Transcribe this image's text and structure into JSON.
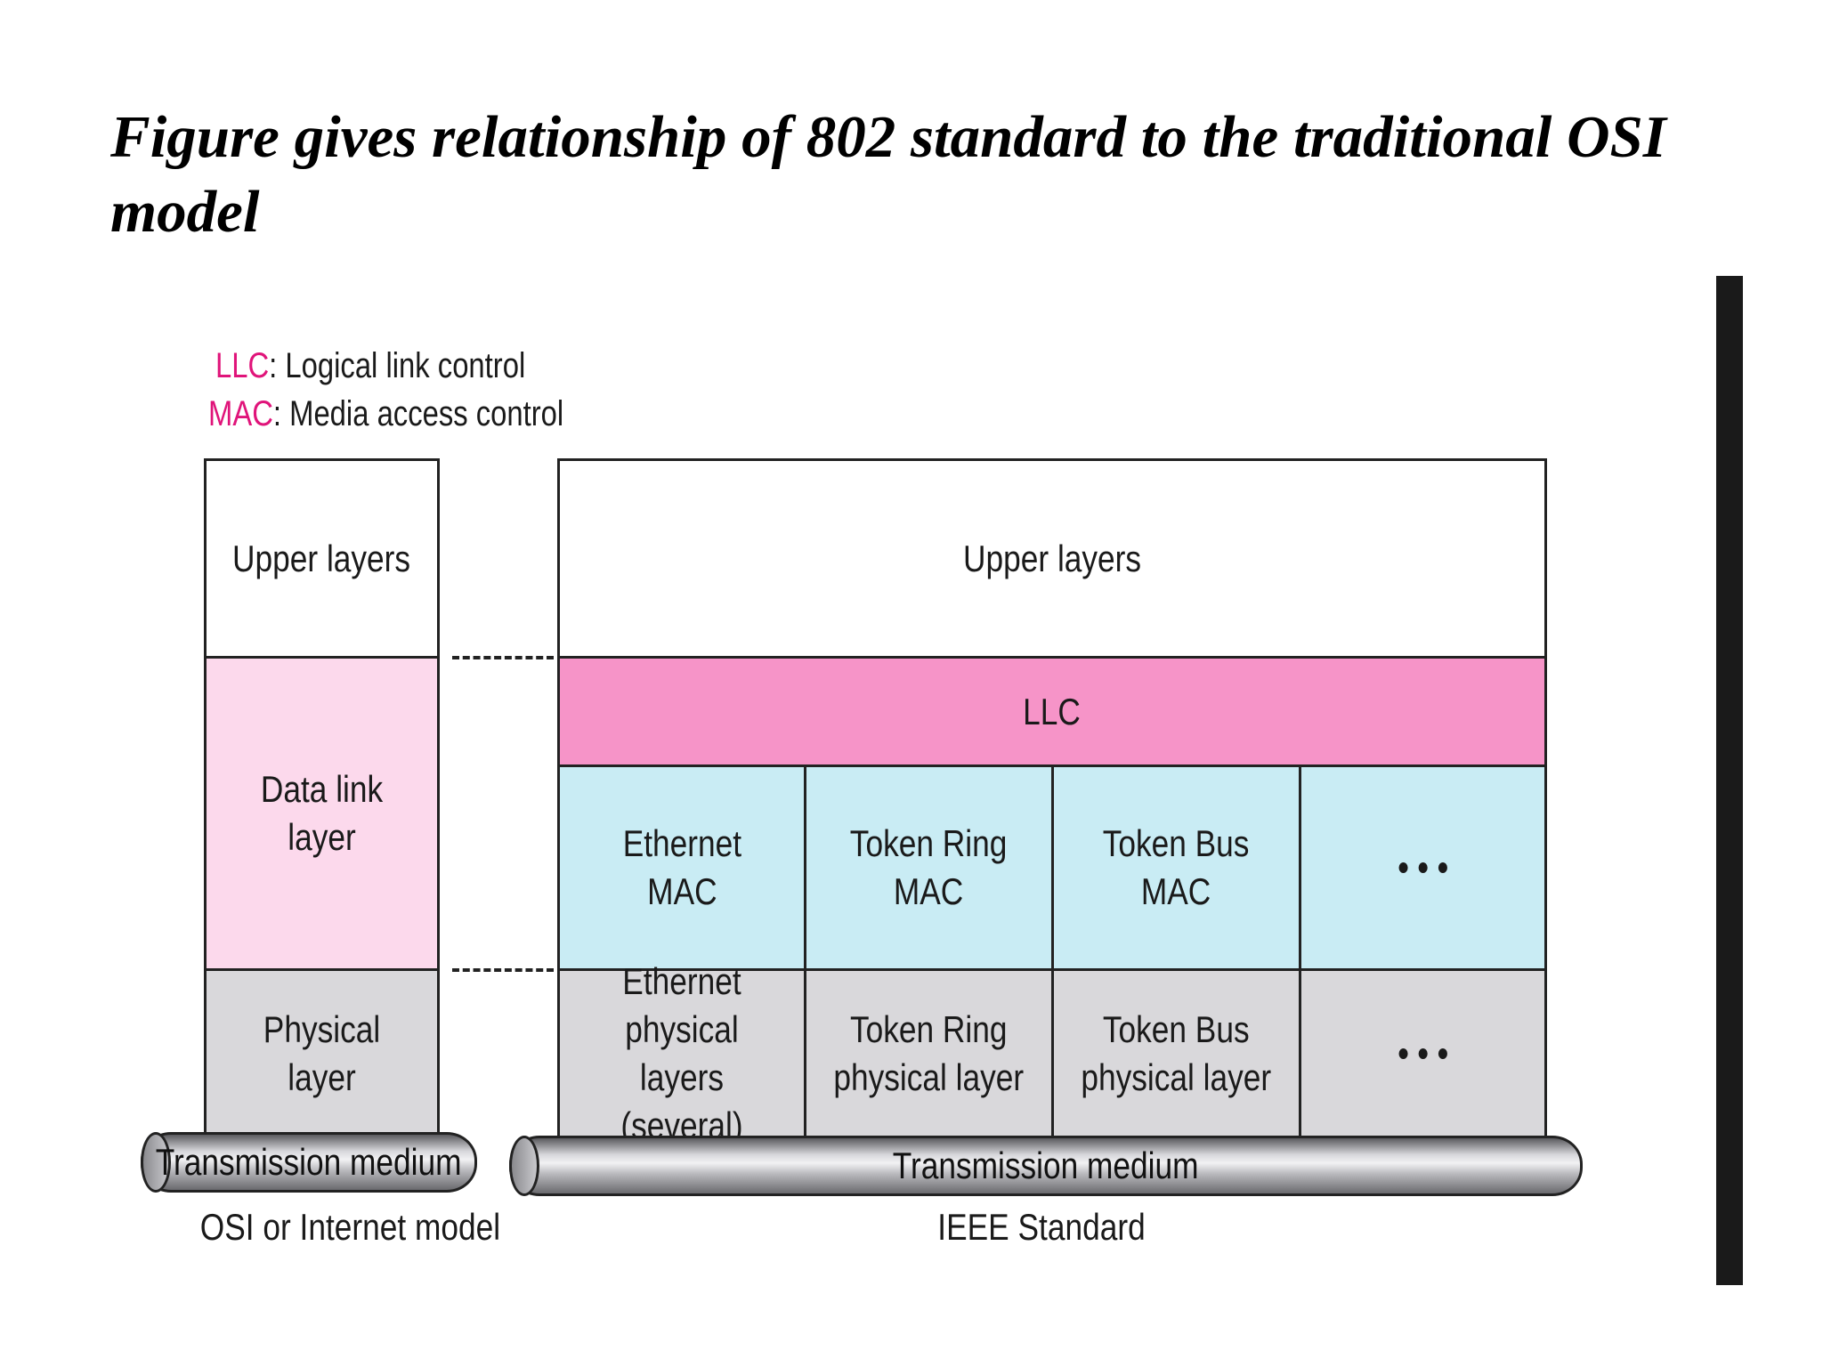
{
  "slide": {
    "title": "Figure gives relationship of 802 standard to the traditional OSI model"
  },
  "legend": {
    "llc_abbr": "LLC",
    "llc_def": ": Logical link control",
    "mac_abbr": "MAC",
    "mac_def": ": Media access control"
  },
  "osi": {
    "upper": "Upper layers",
    "datalink": "Data link layer",
    "physical": "Physical layer",
    "medium": "Transmission medium",
    "caption": "OSI or Internet model"
  },
  "ieee": {
    "upper": "Upper layers",
    "llc": "LLC",
    "mac": [
      "Ethernet\nMAC",
      "Token Ring\nMAC",
      "Token Bus\nMAC",
      "• • •"
    ],
    "physical": [
      "Ethernet\nphysical layers\n(several)",
      "Token Ring\nphysical layer",
      "Token Bus\nphysical layer",
      "• • •"
    ],
    "medium": "Transmission medium",
    "caption": "IEEE Standard"
  },
  "colors": {
    "accent_pink": "#e0147a",
    "llc_fill": "#f694c8",
    "datalink_fill": "#fcd9ec",
    "mac_fill": "#c9ecf4",
    "physical_fill": "#d9d8db"
  }
}
